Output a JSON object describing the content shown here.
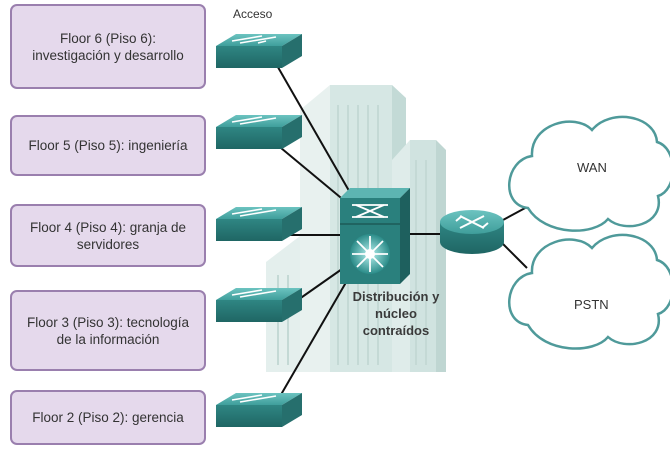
{
  "access_label": "Acceso",
  "floors": [
    {
      "label": "Floor 6 (Piso 6): investigación y desarrollo"
    },
    {
      "label": "Floor 5 (Piso 5): ingeniería"
    },
    {
      "label": "Floor 4 (Piso 4): granja de servidores"
    },
    {
      "label": "Floor 3 (Piso 3): tecnología de la información"
    },
    {
      "label": "Floor 2 (Piso 2): gerencia"
    }
  ],
  "core_label": "Distribución y núcleo contraídos",
  "clouds": [
    {
      "label": "WAN"
    },
    {
      "label": "PSTN"
    }
  ],
  "colors": {
    "floor_fill": "#e5d9ec",
    "floor_border": "#9a7fae",
    "device_teal": "#3c9c9c",
    "cloud_border": "#4f9a9a",
    "building": "#dce9e7"
  },
  "icons": {
    "access_switch": "switch-icon",
    "core_switch": "multilayer-switch-icon",
    "router": "router-icon",
    "cloud": "cloud-icon",
    "building": "building-icon"
  }
}
